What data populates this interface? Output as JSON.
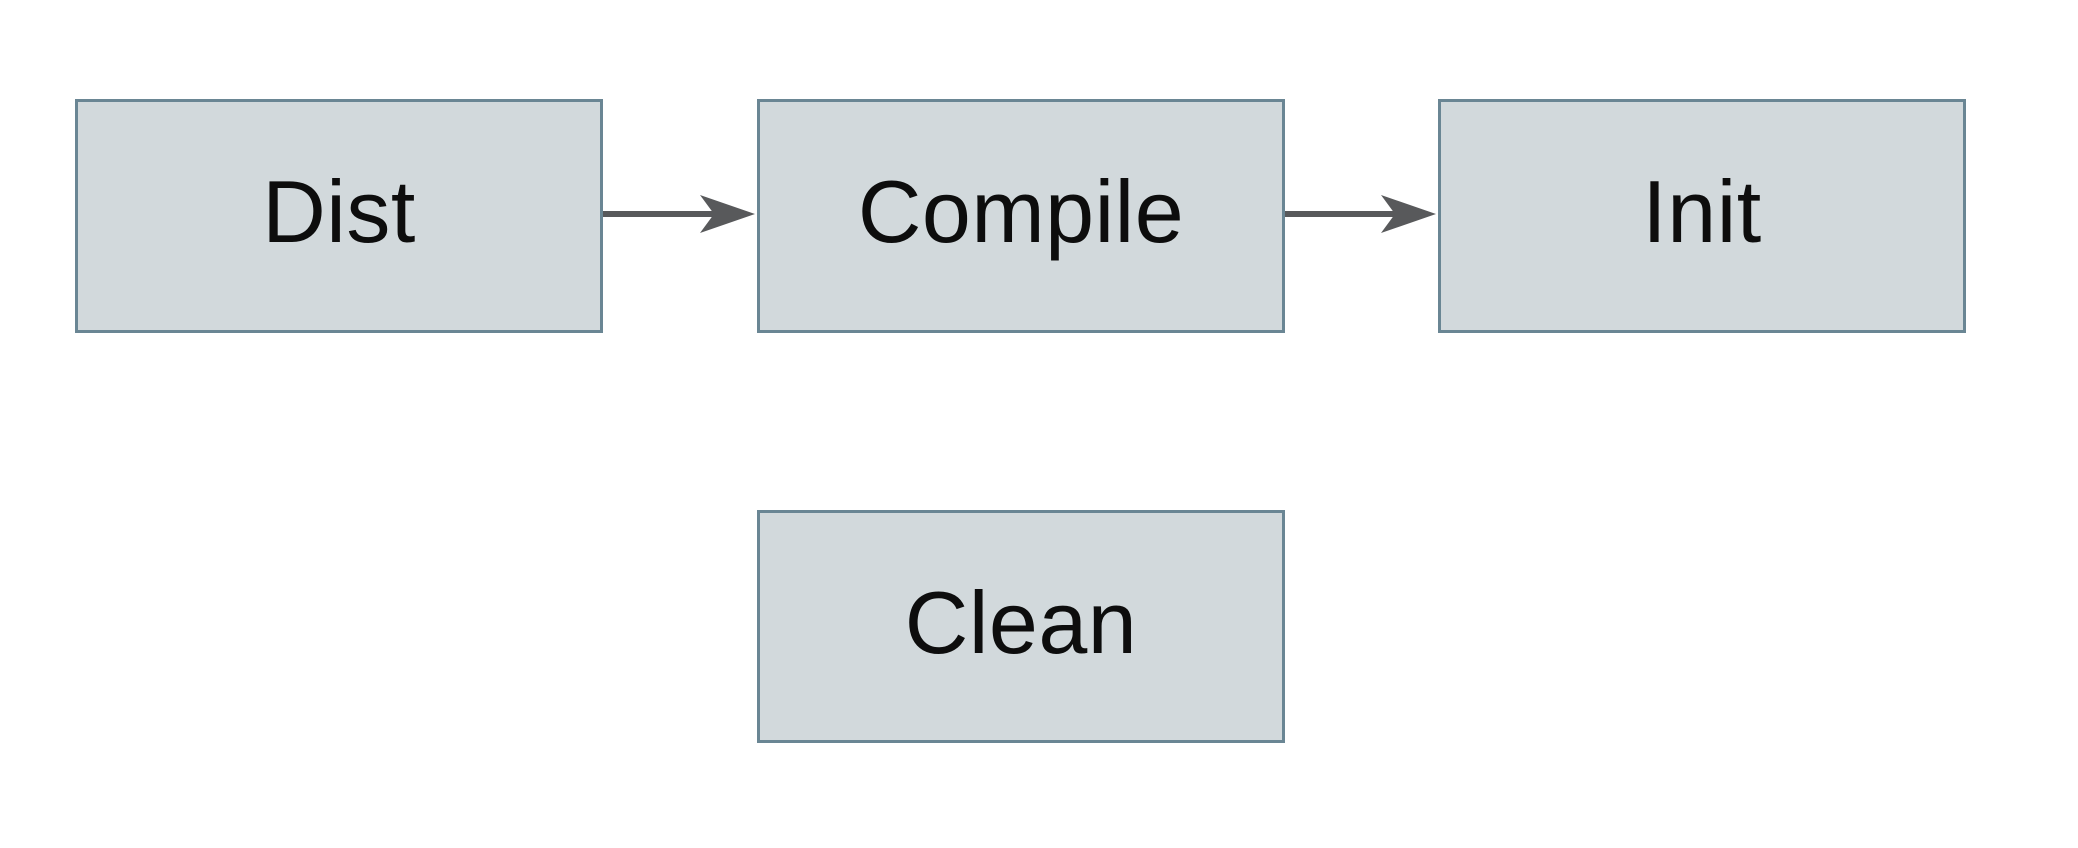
{
  "diagram": {
    "type": "flowchart",
    "nodes": [
      {
        "id": "dist",
        "label": "Dist"
      },
      {
        "id": "compile",
        "label": "Compile"
      },
      {
        "id": "init",
        "label": "Init"
      },
      {
        "id": "clean",
        "label": "Clean"
      }
    ],
    "edges": [
      {
        "from": "Dist",
        "to": "Compile",
        "style": "solid-arrow"
      },
      {
        "from": "Compile",
        "to": "Init",
        "style": "solid-arrow"
      }
    ],
    "colors": {
      "canvas_bg": "#ffffff",
      "node_fill": "#d2d9dc",
      "node_border": "#6a8694",
      "label": "#0d0d0d",
      "arrow": "#58595b"
    }
  }
}
